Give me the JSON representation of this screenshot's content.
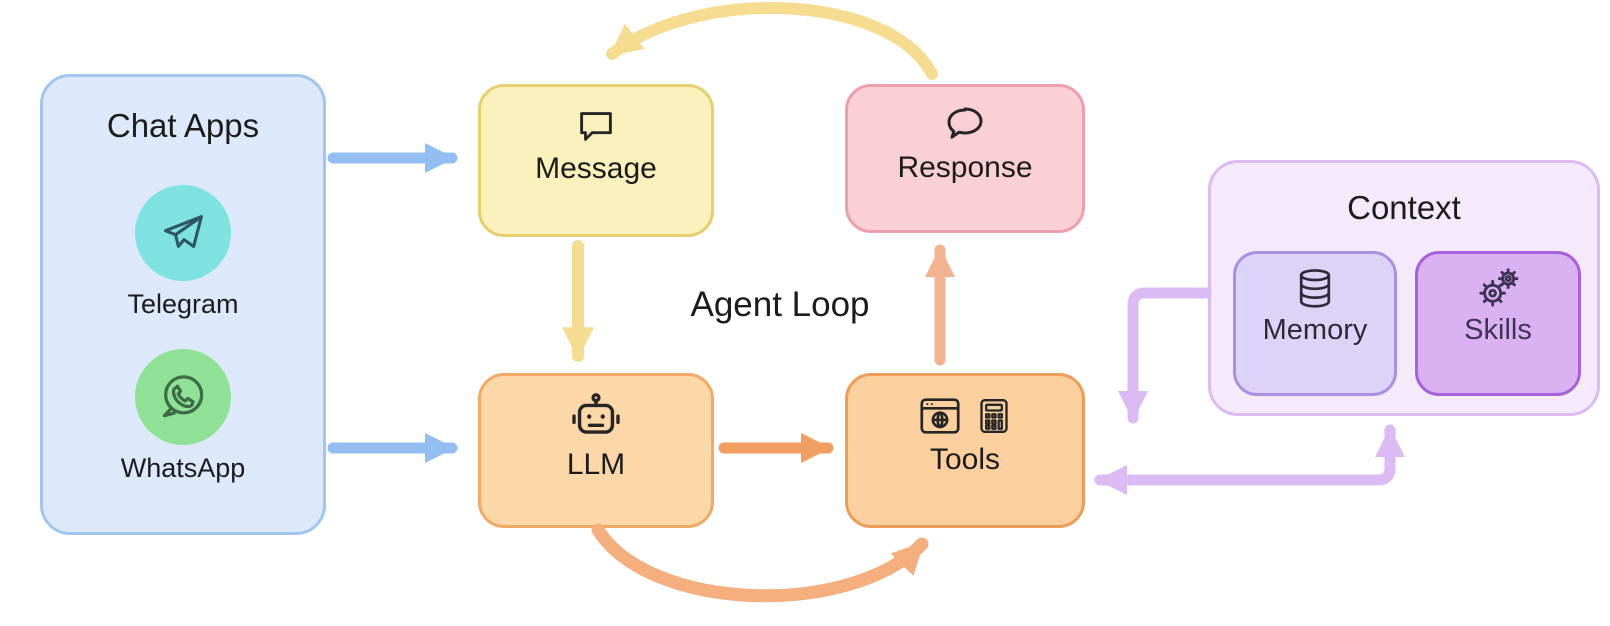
{
  "title": "Agent Loop",
  "nodes": {
    "chat_apps": {
      "label": "Chat Apps",
      "apps": [
        {
          "id": "telegram",
          "label": "Telegram"
        },
        {
          "id": "whatsapp",
          "label": "WhatsApp"
        }
      ]
    },
    "message": {
      "label": "Message"
    },
    "response": {
      "label": "Response"
    },
    "llm": {
      "label": "LLM"
    },
    "tools": {
      "label": "Tools"
    },
    "context": {
      "label": "Context",
      "children": [
        {
          "id": "memory",
          "label": "Memory"
        },
        {
          "id": "skills",
          "label": "Skills"
        }
      ]
    }
  },
  "edges": [
    {
      "from": "chat_apps",
      "to": "message",
      "color": "blue",
      "shape": "straight"
    },
    {
      "from": "chat_apps",
      "to": "llm",
      "color": "blue",
      "shape": "straight"
    },
    {
      "from": "message",
      "to": "llm",
      "color": "yellow",
      "shape": "straight"
    },
    {
      "from": "llm",
      "to": "tools",
      "color": "orange",
      "shape": "straight"
    },
    {
      "from": "tools",
      "to": "response",
      "color": "salmon",
      "shape": "straight"
    },
    {
      "from": "response",
      "to": "message",
      "color": "yellow",
      "shape": "curved-top"
    },
    {
      "from": "llm",
      "to": "tools",
      "color": "orange",
      "shape": "curved-bottom"
    },
    {
      "from": "context",
      "to": "tools",
      "color": "purple",
      "shape": "elbow-down"
    },
    {
      "from": "tools",
      "to": "context",
      "color": "purple",
      "shape": "elbow-double"
    }
  ],
  "colors": {
    "chat_fill": "#dde9fb",
    "chat_border": "#a3c6f1",
    "arrow_blue": "#94bdf1",
    "message_fill": "#fbf1bd",
    "message_border": "#e6cf6f",
    "arrow_yellow": "#f6dc90",
    "response_fill": "#fbcfd6",
    "response_border": "#ee9fae",
    "llm_fill": "#fcd8a9",
    "llm_border": "#f0a966",
    "tools_fill": "#fbcf9e",
    "tools_border": "#ec9d57",
    "arrow_orange": "#f09f60",
    "arrow_salmon": "#f3b391",
    "arrow_curve_orange": "#f5ae7e",
    "context_fill": "#f5eafc",
    "context_border": "#dabcf0",
    "memory_fill": "#ddd3f6",
    "memory_border": "#ab90e2",
    "skills_fill": "#dab2f2",
    "skills_border": "#a761da",
    "arrow_purple": "#dcbaf4",
    "telegram_bg": "#7de2e0",
    "whatsapp_bg": "#8ee195",
    "ink": "#1c1c1c"
  }
}
